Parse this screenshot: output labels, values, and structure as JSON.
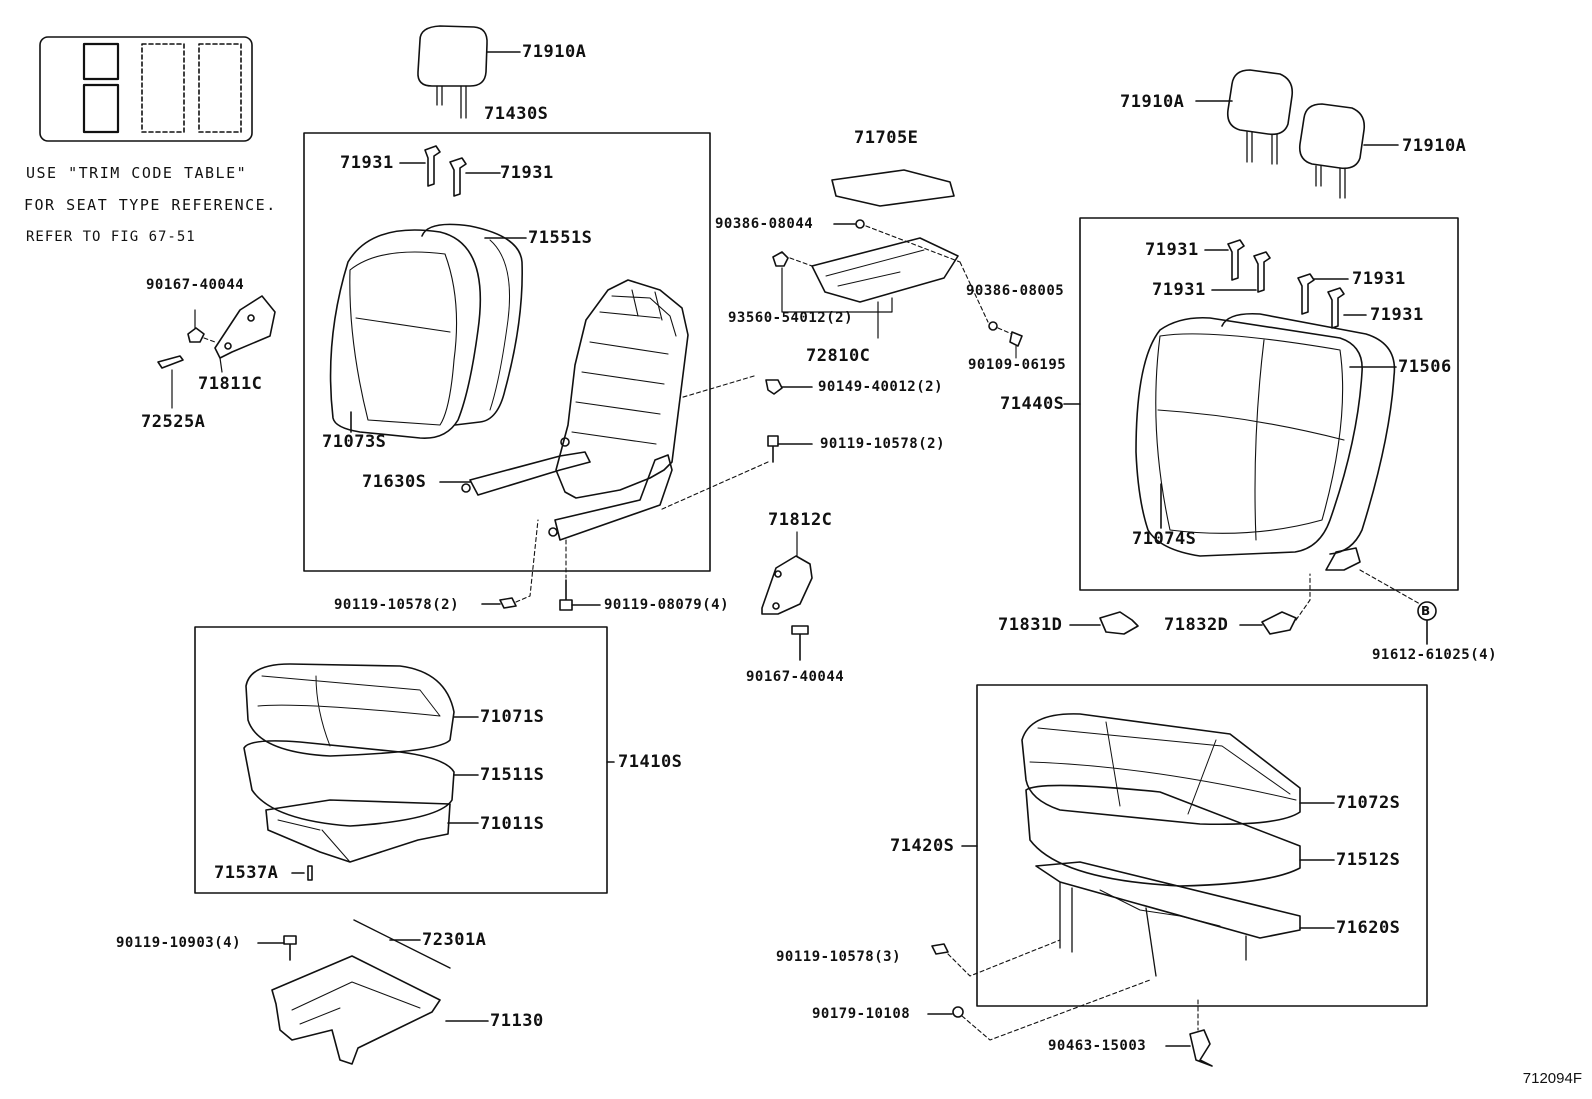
{
  "notes": {
    "line1": "USE \"TRIM CODE TABLE\"",
    "line2": "FOR SEAT TYPE REFERENCE.",
    "line3": "REFER TO FIG 67-51"
  },
  "figure_code": "712094F",
  "callout_symbol": "B",
  "labels": {
    "p71910A_1": "71910A",
    "p71430S": "71430S",
    "p71931_a": "71931",
    "p71931_b": "71931",
    "p71551S": "71551S",
    "p90167_40044_a": "90167-40044",
    "p71811C": "71811C",
    "p72525A": "72525A",
    "p71073S": "71073S",
    "p71630S": "71630S",
    "p71705E": "71705E",
    "p90386_08044": "90386-08044",
    "p90386_08005": "90386-08005",
    "p93560_54012": "93560-54012(2)",
    "p72810C": "72810C",
    "p90109_06195": "90109-06195",
    "p90149_40012": "90149-40012(2)",
    "p90119_10578_2a": "90119-10578(2)",
    "p71812C": "71812C",
    "p90119_10578_2b": "90119-10578(2)",
    "p90119_08079": "90119-08079(4)",
    "p90167_40044_b": "90167-40044",
    "p71910A_2": "71910A",
    "p71910A_3": "71910A",
    "p71931_c": "71931",
    "p71931_d": "71931",
    "p71931_e": "71931",
    "p71931_f": "71931",
    "p71506": "71506",
    "p71440S": "71440S",
    "p71074S": "71074S",
    "p71831D": "71831D",
    "p71832D": "71832D",
    "p91612_61025": "91612-61025(4)",
    "p71071S": "71071S",
    "p71511S": "71511S",
    "p71410S": "71410S",
    "p71011S": "71011S",
    "p71537A": "71537A",
    "p90119_10903": "90119-10903(4)",
    "p72301A": "72301A",
    "p71130": "71130",
    "p71420S": "71420S",
    "p71072S": "71072S",
    "p71512S": "71512S",
    "p71620S": "71620S",
    "p90119_10578_3": "90119-10578(3)",
    "p90179_10108": "90179-10108",
    "p90463_15003": "90463-15003"
  }
}
